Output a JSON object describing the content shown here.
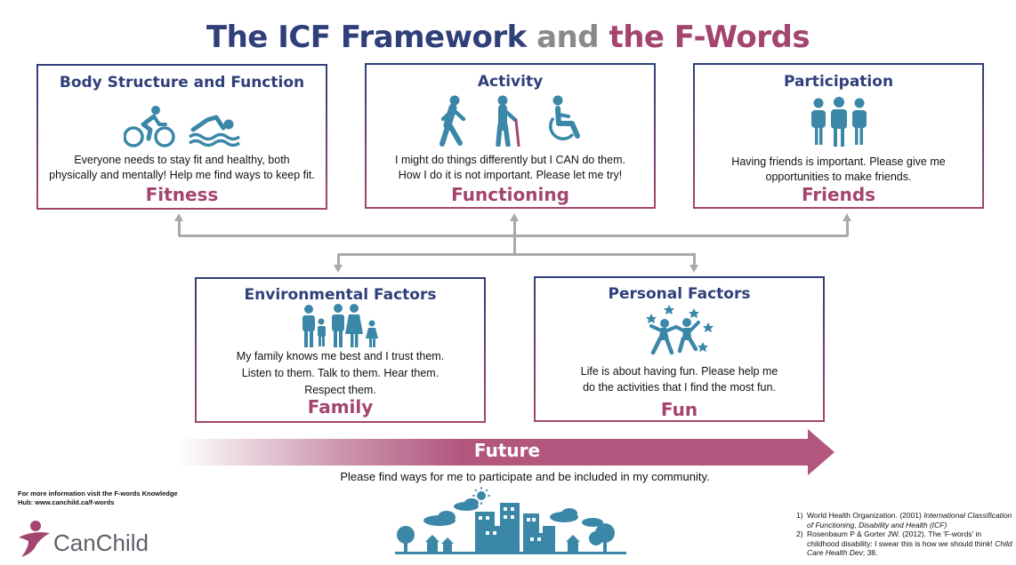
{
  "title": {
    "part1": "The ICF Framework",
    "part2": "and",
    "part3": "the F-Words"
  },
  "boxes": {
    "body": {
      "heading": "Body Structure and Function",
      "desc1": "Everyone needs to stay fit and healthy, both",
      "desc2": "physically and mentally! Help me find ways to keep fit.",
      "fword": "Fitness",
      "icons": [
        "cyclist-icon",
        "swimmer-icon"
      ]
    },
    "activity": {
      "heading": "Activity",
      "desc1": "I might do things differently but I CAN do them.",
      "desc2": "How I do it is not important. Please let me try!",
      "fword": "Functioning",
      "icons": [
        "walking-person-icon",
        "person-with-cane-icon",
        "wheelchair-user-icon"
      ]
    },
    "participation": {
      "heading": "Participation",
      "desc1": "Having friends is important. Please give me",
      "desc2": "opportunities to make friends.",
      "fword": "Friends",
      "icons": [
        "group-of-people-icon"
      ]
    },
    "environmental": {
      "heading": "Environmental Factors",
      "desc1": "My family knows me best and I trust them.",
      "desc2": "Listen to them. Talk to them. Hear them.",
      "desc3": "Respect them.",
      "fword": "Family",
      "icons": [
        "family-icon"
      ]
    },
    "personal": {
      "heading": "Personal Factors",
      "desc1": "Life is about having  fun. Please help me",
      "desc2": "do the activities that I find the most fun.",
      "fword": "Fun",
      "icons": [
        "playing-kids-stars-icon"
      ]
    }
  },
  "future": {
    "label": "Future",
    "desc": "Please find ways for me to participate and be included in my community."
  },
  "more_info": {
    "line1": "For more information visit the F-words Knowledge",
    "line2": "Hub: www.canchild.ca/f-words"
  },
  "logo": {
    "text": "CanChild"
  },
  "references": [
    {
      "num": "1)",
      "text_plain": "World Health Organization. (2001) ",
      "text_italic": "International Classification of Functioning, Disability and Health (ICF)"
    },
    {
      "num": "2)",
      "text_plain": "Rosenbaum P & Gorter JW. (2012). The 'F-words' in childhood disability: I swear this is how we should think! ",
      "text_italic": "Child Care Health Dev",
      "text_tail": "; 38."
    }
  ],
  "colors": {
    "navy": "#2f3f7a",
    "plum": "#a4456f",
    "teal": "#3b87a8",
    "gray": "#a9a9a9"
  }
}
